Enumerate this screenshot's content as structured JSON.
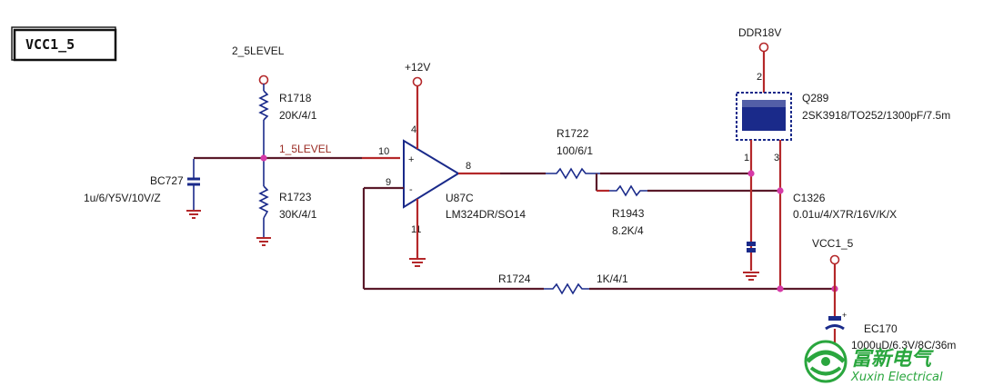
{
  "title_box": "VCC1_5",
  "nets": {
    "level_2_5": "2_5LEVEL",
    "level_1_5": "1_5LEVEL",
    "plus12v": "+12V",
    "ddr18v": "DDR18V",
    "vcc1_5": "VCC1_5"
  },
  "components": {
    "R1718": {
      "ref": "R1718",
      "value": "20K/4/1"
    },
    "R1723": {
      "ref": "R1723",
      "value": "30K/4/1"
    },
    "BC727": {
      "ref": "BC727",
      "value": "1u/6/Y5V/10V/Z"
    },
    "U87C": {
      "ref": "U87C",
      "value": "LM324DR/SO14"
    },
    "R1722": {
      "ref": "R1722",
      "value": "100/6/1"
    },
    "R1943": {
      "ref": "R1943",
      "value": "8.2K/4"
    },
    "R1724": {
      "ref": "R1724",
      "value": "1K/4/1"
    },
    "Q289": {
      "ref": "Q289",
      "value": "2SK3918/TO252/1300pF/7.5m"
    },
    "C1326": {
      "ref": "C1326",
      "value": "0.01u/4/X7R/16V/K/X"
    },
    "EC170": {
      "ref": "EC170",
      "value": "1000uD/6.3V/8C/36m"
    }
  },
  "pins": {
    "opamp_plus_in": "10",
    "opamp_minus_in": "9",
    "opamp_out": "8",
    "opamp_vcc": "4",
    "opamp_gnd": "11",
    "opamp_plus_sym": "+",
    "opamp_minus_sym": "-",
    "q_drain": "2",
    "q_gate": "1",
    "q_source": "3"
  },
  "logo": {
    "chinese": "富新电气",
    "english": "Xuxin Electrical"
  },
  "colors": {
    "wire": "#5a1a2a",
    "wire_red": "#b4282a",
    "resistor_blue": "#1a2a8a",
    "junction": "#d63aa8",
    "logo_green": "#2aa63e"
  }
}
